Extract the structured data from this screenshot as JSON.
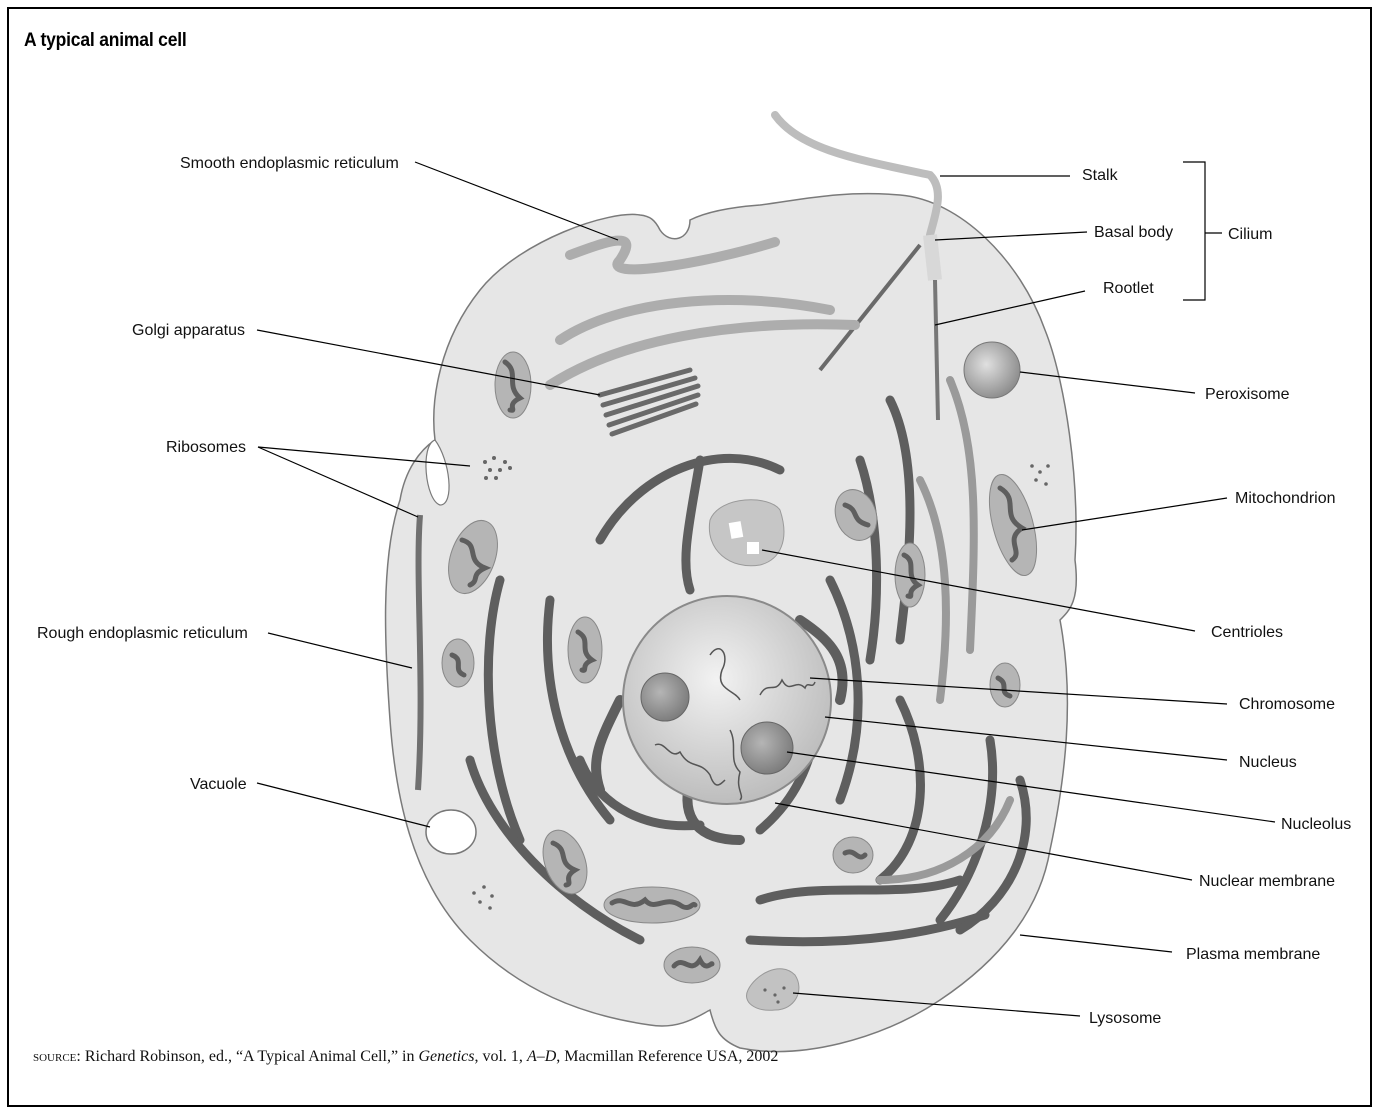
{
  "title": "A typical animal cell",
  "labels": {
    "smooth_er": "Smooth endoplasmic reticulum",
    "golgi": "Golgi apparatus",
    "ribosomes": "Ribosomes",
    "rough_er": "Rough endoplasmic reticulum",
    "vacuole": "Vacuole",
    "stalk": "Stalk",
    "basal_body": "Basal body",
    "rootlet": "Rootlet",
    "cilium": "Cilium",
    "peroxisome": "Peroxisome",
    "mitochondrion": "Mitochondrion",
    "centrioles": "Centrioles",
    "chromosome": "Chromosome",
    "nucleus": "Nucleus",
    "nucleolus": "Nucleolus",
    "nuclear_membrane": "Nuclear membrane",
    "plasma_membrane": "Plasma membrane",
    "lysosome": "Lysosome"
  },
  "source": {
    "prefix": "SOURCE:",
    "text_1": " Richard Robinson, ed., “A Typical Animal Cell,” in ",
    "book": "Genetics",
    "text_2": ", vol. 1, ",
    "volume": "A–D",
    "text_3": ", Macmillan Reference USA, 2002"
  },
  "colors": {
    "cytoplasm": "#e6e6e6",
    "membrane": "#7a7a7a",
    "organelle_dark": "#5e5e5e",
    "organelle_mid": "#a8a8a8",
    "nucleus": "#d4d4d4"
  }
}
